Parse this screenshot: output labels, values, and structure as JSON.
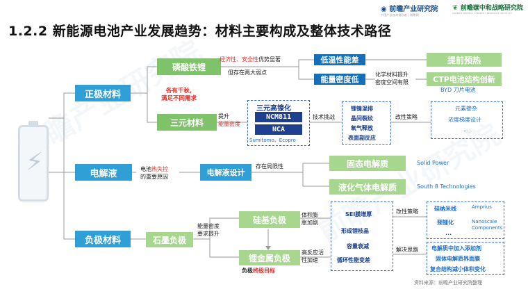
{
  "header": {
    "logo_left": "前瞻产业研究院",
    "logo_left_sub": "中国产业咨询领导者 | 前瞻网",
    "logo_right": "前瞻碳中和战略研究院",
    "logo_right_sub": "CARBON NEUTRAL STRATEGY RESEARCH INSTITUTE",
    "title": "1.2.2 新能源电池产业发展趋势：材料主要构成及整体技术路径"
  },
  "categories": {
    "cathode": "正极材料",
    "electrolyte": "电解液",
    "anode": "负极材料"
  },
  "cathode": {
    "lfp": "磷酸铁锂",
    "lfp_note_1": "经济性",
    "lfp_note_sep": "、",
    "lfp_note_2": "安全性",
    "lfp_note_3": "优势显著",
    "lfp_note_4": "但存在两大弱点",
    "weak_1": "低温性能差",
    "weak_2": "能量密度低",
    "sol_1": "提前预热",
    "sol_2": "CTP电池结构创新",
    "sol_2b": "BYD 刀片电池",
    "chem_note_1": "化学材料提升",
    "chem_note_2": "密度空间有限",
    "mixed_1": "各有千秋,",
    "mixed_2": "满足不同需求",
    "ternary": "三元材料",
    "ternary_note_1": "提升",
    "ternary_note_2": "能量密度",
    "ni_title": "三元高镍化",
    "ncm": "NCM811",
    "nca": "NCA",
    "ni_companies": "Sumitomo、Ecopro",
    "tech_challenge": "技术挑战",
    "challenges": [
      "锂镍混排",
      "晶间裂纹",
      "氧气释放",
      "表面副反应"
    ],
    "modify": "改性策略",
    "strategies": [
      "元素掺杂",
      "浓度梯度设计",
      "..."
    ]
  },
  "electrolyte": {
    "note_1": "电池",
    "note_2": "热失控",
    "note_3": "的重要原因",
    "design": "电解液设计",
    "limit": "存在局限性",
    "solid": "固态电解质",
    "solid_co": "Solid Power",
    "liquid_gas": "液化气体电解质",
    "liquid_gas_co": "South 8 Technologies"
  },
  "anode": {
    "graphite": "石墨负极",
    "graphite_note_1": "能量密度",
    "graphite_note_2": "要求提升",
    "si": "硅基负极",
    "si_note_1": "体积膨",
    "si_note_2": "胀加剧",
    "li": "锂金属负极",
    "li_note_1": "负极",
    "li_note_2": "终极目标",
    "li_side_1": "高反应活",
    "li_side_2": "性加速",
    "issues": [
      "SEI膜增厚",
      "形成锂枝晶",
      "容量衰减",
      "循环性能变差"
    ],
    "modify": "改性策略",
    "si_strategies": [
      "硅纳米线",
      "预锂化",
      "..."
    ],
    "si_companies": [
      "Amprius",
      "Nanoscale",
      "Components"
    ],
    "solve": "解决思路",
    "li_strategies": [
      "电解质中加入添加剂",
      "固体电解质界面膜",
      "复合结构减小体积变化"
    ]
  },
  "source": "资料来源：前瞻产业研究院整理"
}
